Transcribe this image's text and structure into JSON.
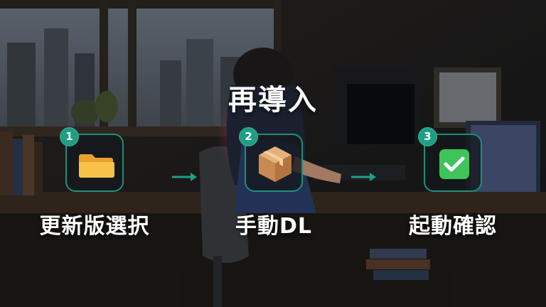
{
  "title": "再導入",
  "steps": [
    {
      "number": "1",
      "label": "更新版選択",
      "icon": "folder-icon"
    },
    {
      "number": "2",
      "label": "手動DL",
      "icon": "package-box-icon"
    },
    {
      "number": "3",
      "label": "起動確認",
      "icon": "check-mark-icon"
    }
  ],
  "colors": {
    "accent": "#1f9e84",
    "border": "#1f8f7a",
    "text": "#ffffff",
    "check_green": "#3ec45a",
    "folder_yellow": "#f6b83a"
  }
}
